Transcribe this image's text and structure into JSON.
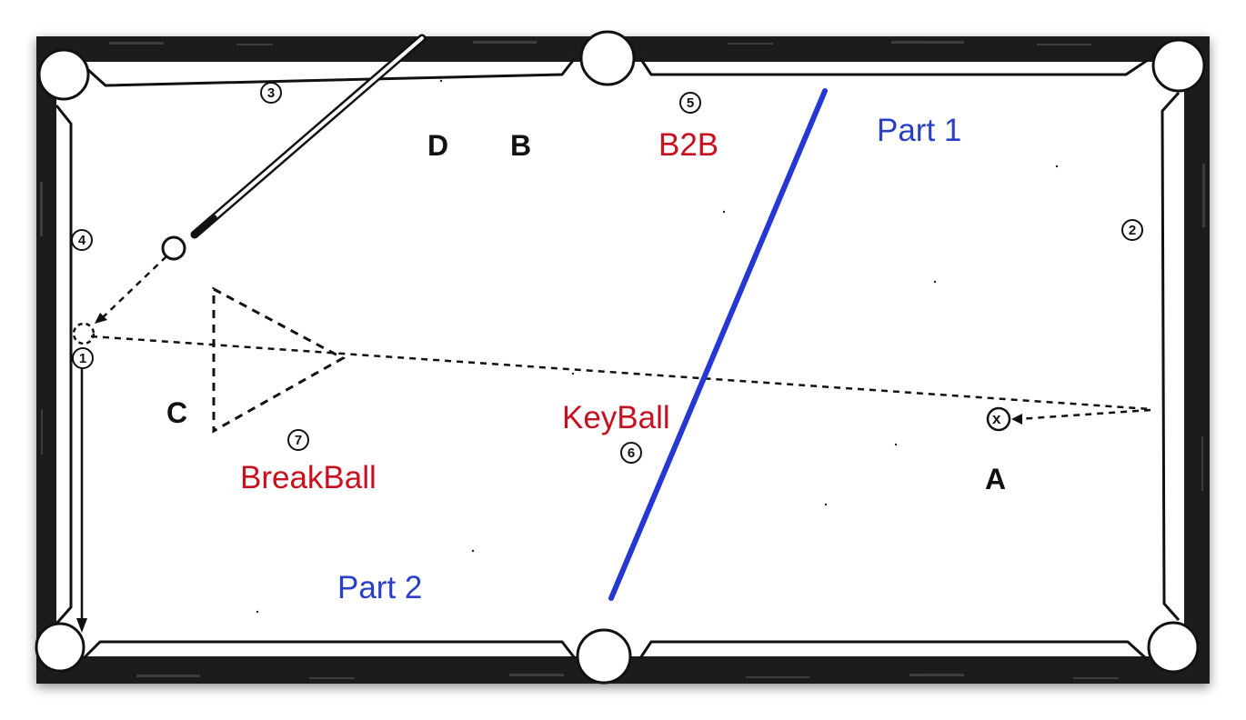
{
  "colors": {
    "rail": "#1b1b1b",
    "felt": "#ffffff",
    "ink": "#111111",
    "red_label": "#c8101e",
    "blue_label": "#2a3fc7",
    "divider": "#2637d2"
  },
  "balls": [
    {
      "label": "1"
    },
    {
      "label": "2"
    },
    {
      "label": "3"
    },
    {
      "label": "4"
    },
    {
      "label": "5"
    },
    {
      "label": "6"
    },
    {
      "label": "7"
    }
  ],
  "letter_labels": {
    "a": "A",
    "b": "B",
    "c": "C",
    "d": "D"
  },
  "target_ball_symbol": "x",
  "annotations": {
    "b2b": "B2B",
    "keyball": "KeyBall",
    "breakball": "BreakBall",
    "part1": "Part 1",
    "part2": "Part 2"
  },
  "icons": {
    "cue_stick": "cue-stick-icon",
    "cue_ball": "cue-ball-icon",
    "rack_triangle": "rack-triangle-icon",
    "pocket": "pocket-icon"
  }
}
